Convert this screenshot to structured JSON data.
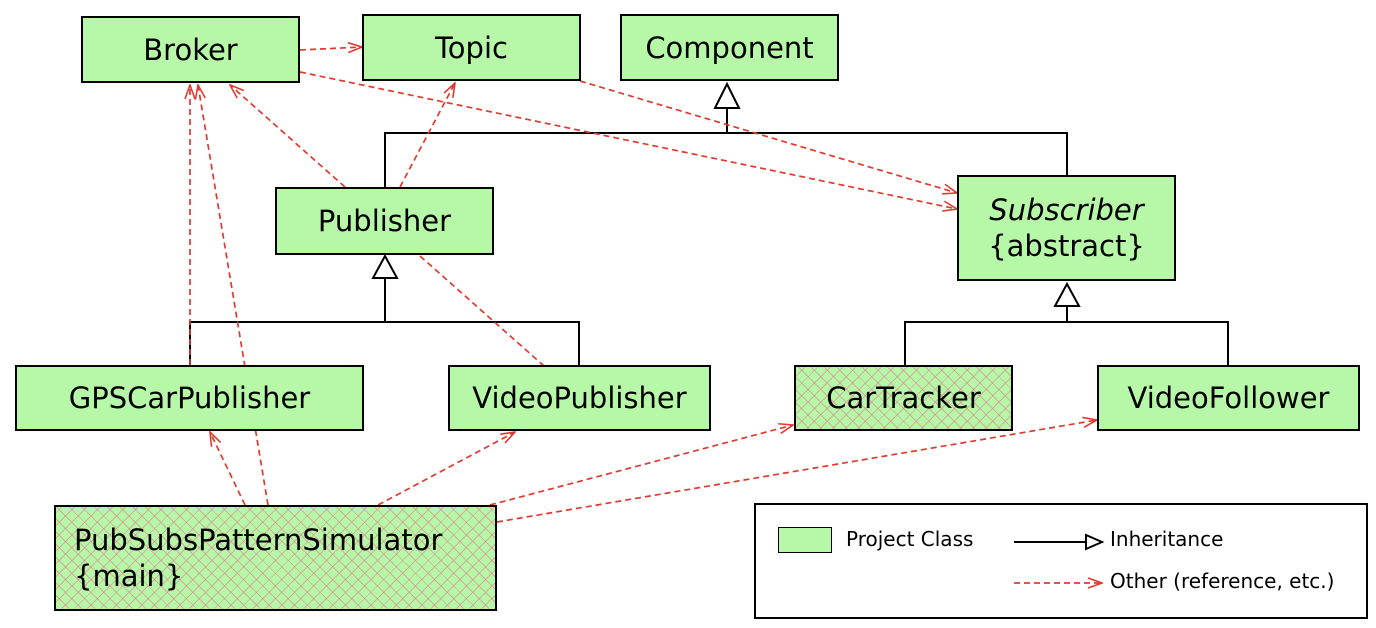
{
  "classes": {
    "broker": {
      "name": "Broker"
    },
    "topic": {
      "name": "Topic"
    },
    "component": {
      "name": "Component"
    },
    "publisher": {
      "name": "Publisher"
    },
    "subscriber": {
      "name": "Subscriber",
      "stereotype": "{abstract}"
    },
    "gps_car_publisher": {
      "name": "GPSCarPublisher"
    },
    "video_publisher": {
      "name": "VideoPublisher"
    },
    "car_tracker": {
      "name": "CarTracker"
    },
    "video_follower": {
      "name": "VideoFollower"
    },
    "simulator": {
      "name": "PubSubsPatternSimulator",
      "stereotype": "{main}"
    }
  },
  "legend": {
    "project_class": "Project Class",
    "inheritance": "Inheritance",
    "other": "Other (reference, etc.)"
  },
  "colors": {
    "class_fill": "#b6f8a8",
    "reference_line": "#e03a2f",
    "inheritance_line": "#000000",
    "hatch": "#e2788c"
  }
}
